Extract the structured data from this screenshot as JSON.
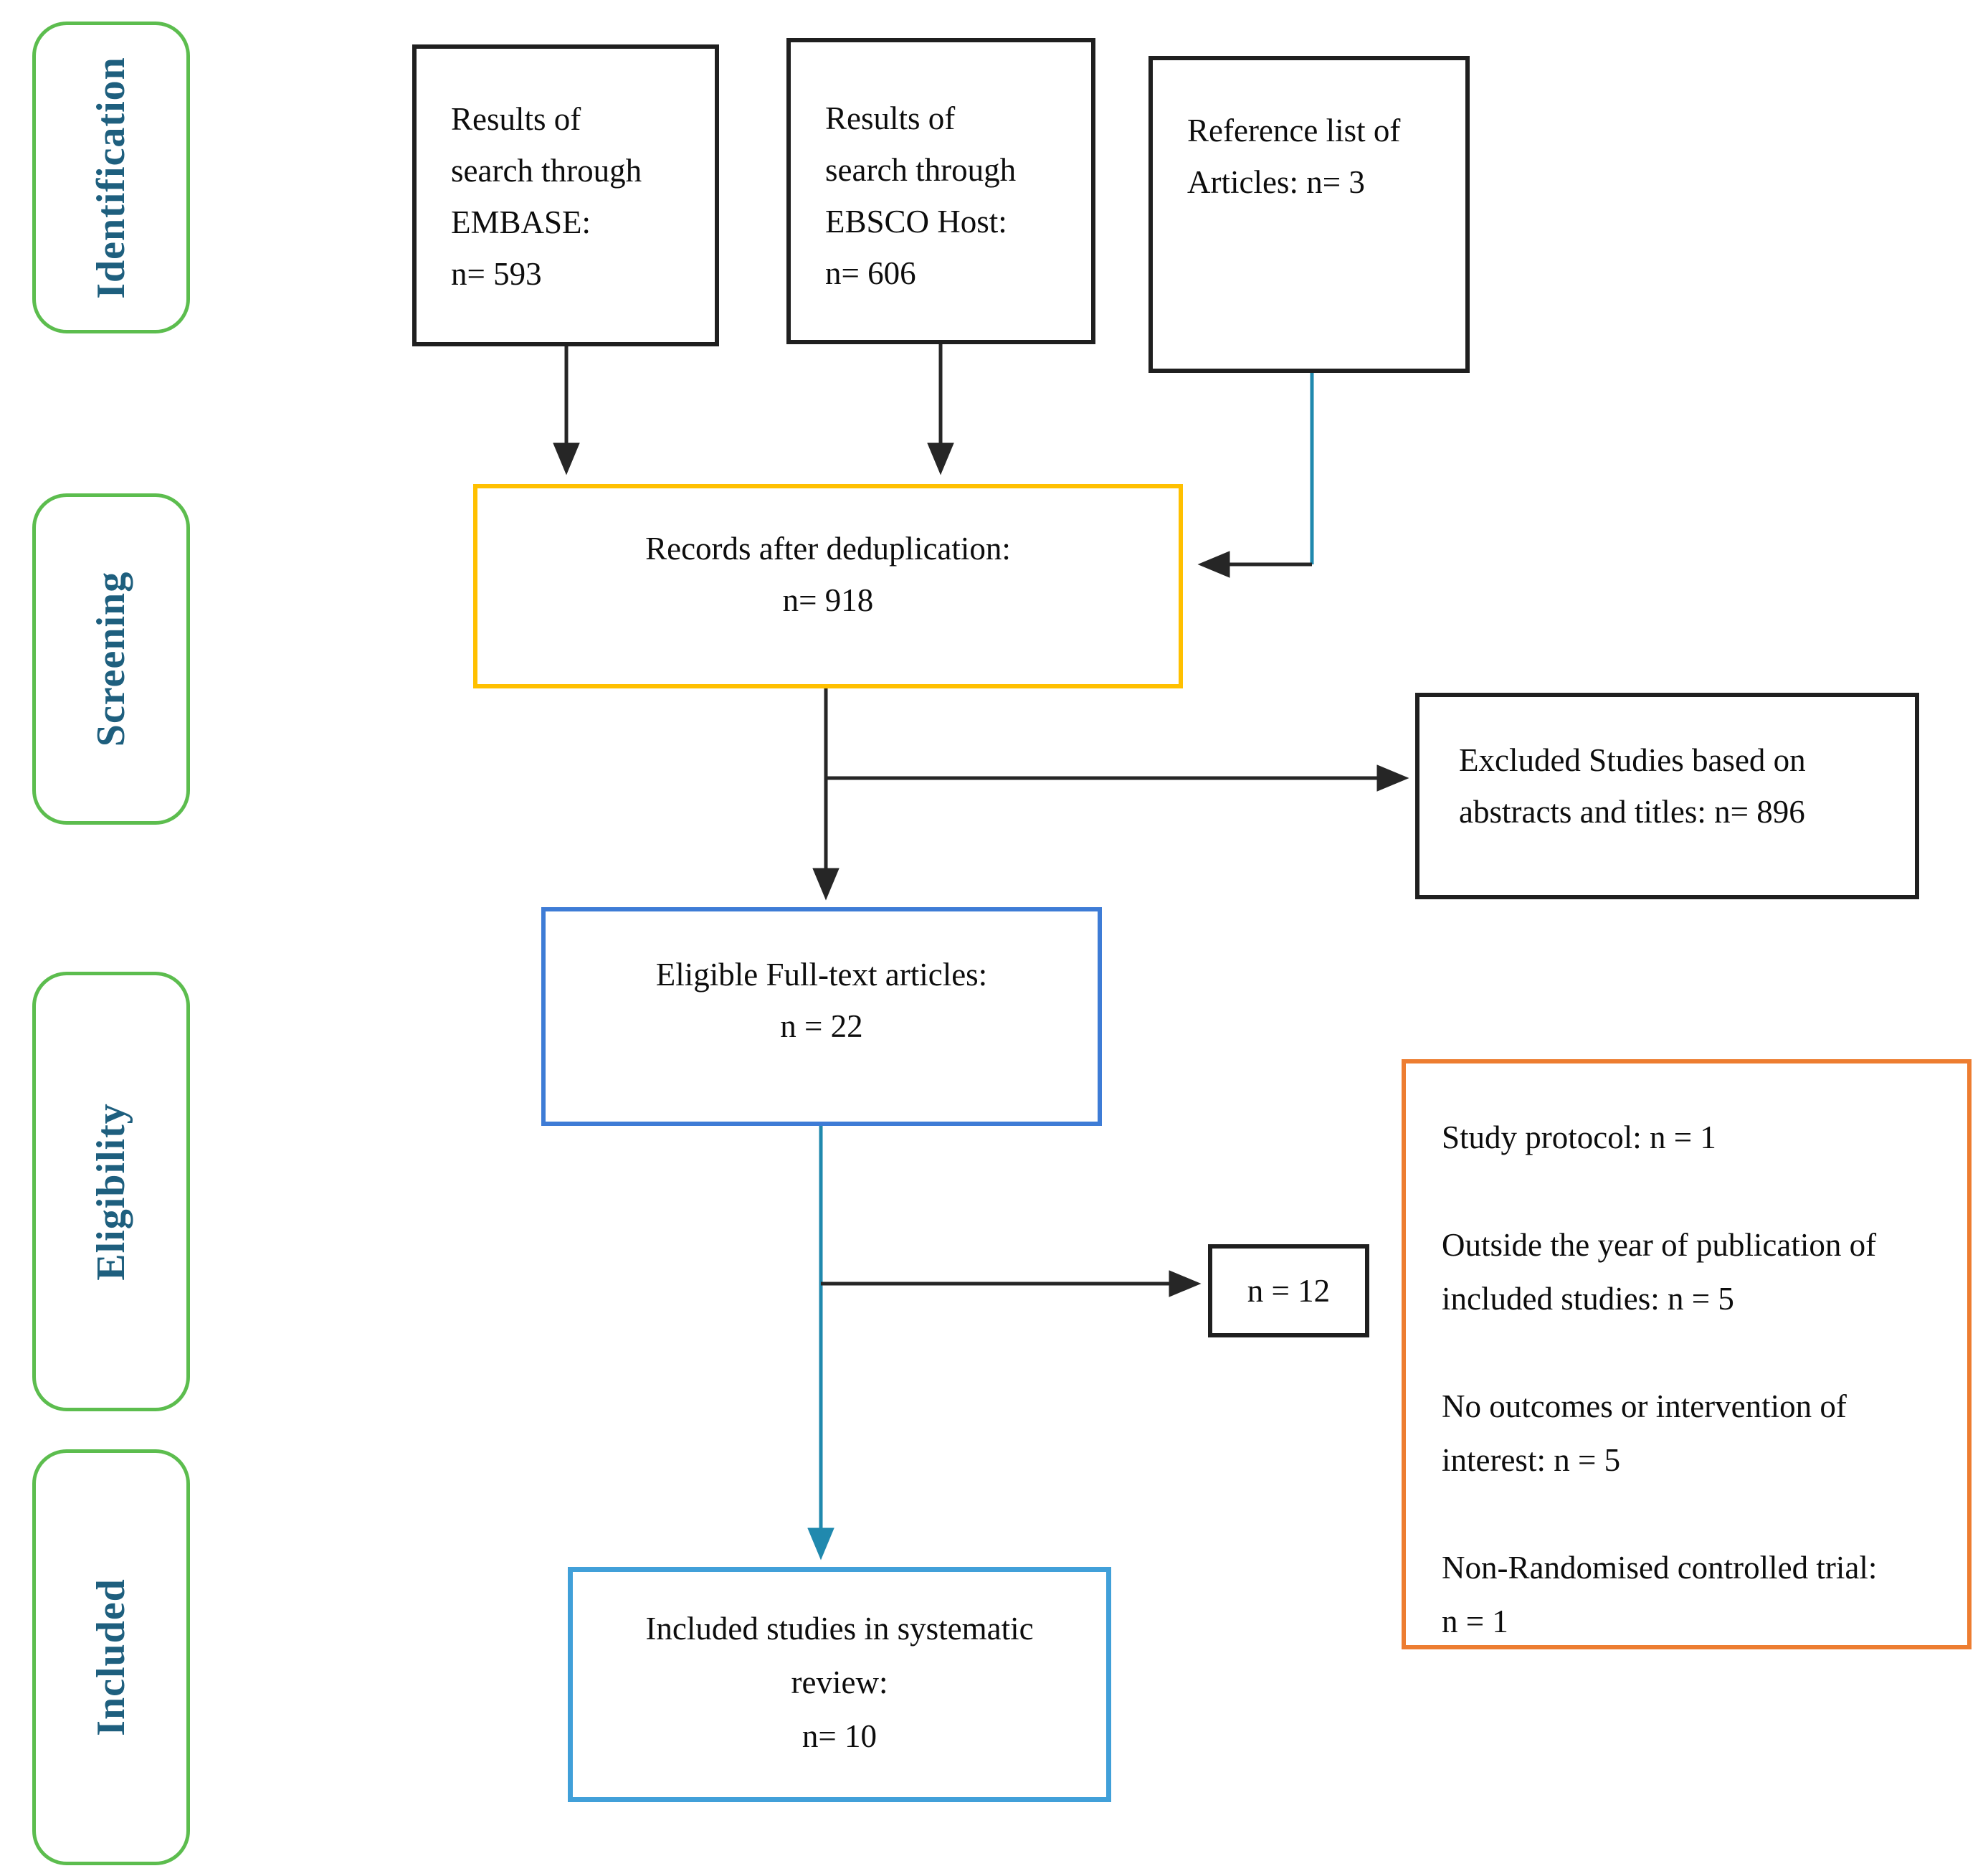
{
  "stages": {
    "identification": "Identification",
    "screening": "Screening",
    "eligibility": "Eligibility",
    "included": "Included"
  },
  "boxes": {
    "embase": "Results of\nsearch through\nEMBASE:\nn= 593",
    "ebsco": "Results of\nsearch through\nEBSCO Host:\nn= 606",
    "reference": "Reference list of\nArticles: n= 3",
    "dedup": "Records after deduplication:\nn= 918",
    "excluded": "Excluded Studies based on\nabstracts and titles: n= 896",
    "eligible": "Eligible Full-text articles:\nn = 22",
    "n12": "n = 12",
    "exclusion_reasons": "Study protocol: n = 1\n\nOutside the year of publication of\nincluded studies: n = 5\n\nNo outcomes or intervention of\ninterest: n = 5\n\nNon-Randomised controlled trial:\nn = 1",
    "included_studies": "Included studies in systematic\nreview:\nn= 10"
  },
  "colors": {
    "stage_border_green": "#5CBD4E",
    "stage_label_teal": "#1E5F7E",
    "dedup_border_yellow": "#FFC000",
    "eligible_border_blue": "#3E7CD6",
    "included_border_lightblue": "#41A0D9",
    "reasons_border_orange": "#ED7D31",
    "connector_teal": "#2089AE",
    "connector_black": "#262626"
  }
}
